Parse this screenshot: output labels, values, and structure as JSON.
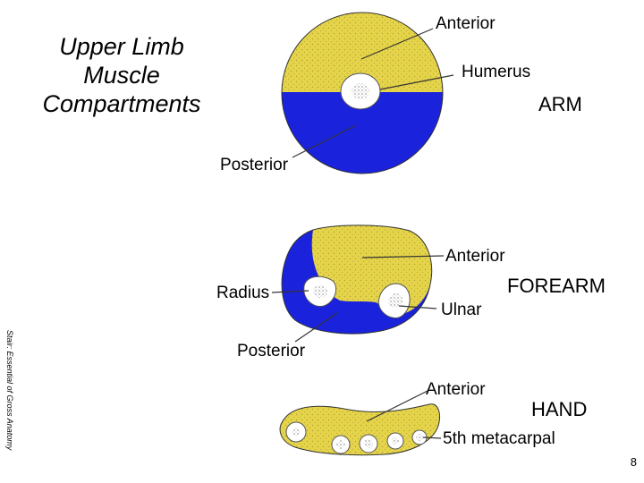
{
  "title": {
    "lines": [
      "Upper Limb",
      "Muscle",
      "Compartments"
    ]
  },
  "arm": {
    "section": "ARM",
    "anterior": "Anterior",
    "bone": "Humerus",
    "posterior": "Posterior"
  },
  "forearm": {
    "section": "FOREARM",
    "anterior": "Anterior",
    "radius": "Radius",
    "ulnar": "Ulnar",
    "posterior": "Posterior"
  },
  "hand": {
    "section": "HAND",
    "anterior": "Anterior",
    "bone": "5th metacarpal"
  },
  "source_credit": "Stair: Essential of Gross Anatomy",
  "page_number": "8",
  "colors": {
    "anterior_compartment": "#e5d44a",
    "posterior_compartment": "#1a22dc",
    "bone": "#ffffff",
    "outline": "#333333"
  }
}
